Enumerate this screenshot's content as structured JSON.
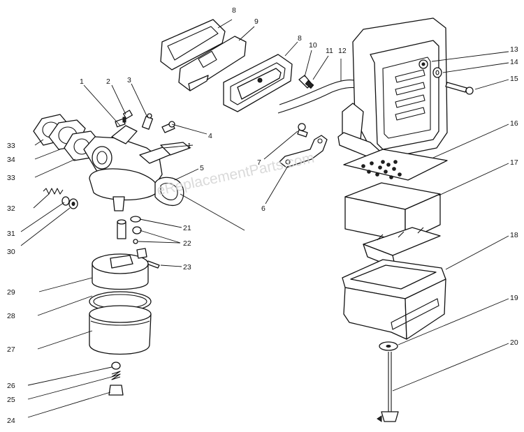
{
  "watermark": "eReplacementParts.com",
  "callouts": [
    {
      "id": "c1a",
      "text": "1"
    },
    {
      "id": "c1b",
      "text": "1"
    },
    {
      "id": "c2",
      "text": "2"
    },
    {
      "id": "c3",
      "text": "3"
    },
    {
      "id": "c4",
      "text": "4"
    },
    {
      "id": "c5",
      "text": "5"
    },
    {
      "id": "c6",
      "text": "6"
    },
    {
      "id": "c7",
      "text": "7"
    },
    {
      "id": "c8a",
      "text": "8"
    },
    {
      "id": "c8b",
      "text": "8"
    },
    {
      "id": "c9",
      "text": "9"
    },
    {
      "id": "c10",
      "text": "10"
    },
    {
      "id": "c11",
      "text": "11"
    },
    {
      "id": "c12",
      "text": "12"
    },
    {
      "id": "c13",
      "text": "13"
    },
    {
      "id": "c14",
      "text": "14"
    },
    {
      "id": "c15",
      "text": "15"
    },
    {
      "id": "c16",
      "text": "16"
    },
    {
      "id": "c17",
      "text": "17"
    },
    {
      "id": "c18",
      "text": "18"
    },
    {
      "id": "c19",
      "text": "19"
    },
    {
      "id": "c20",
      "text": "20"
    },
    {
      "id": "c21",
      "text": "21"
    },
    {
      "id": "c22",
      "text": "22"
    },
    {
      "id": "c23",
      "text": "23"
    },
    {
      "id": "c24",
      "text": "24"
    },
    {
      "id": "c25",
      "text": "25"
    },
    {
      "id": "c26",
      "text": "26"
    },
    {
      "id": "c27",
      "text": "27"
    },
    {
      "id": "c28",
      "text": "28"
    },
    {
      "id": "c29",
      "text": "29"
    },
    {
      "id": "c30",
      "text": "30"
    },
    {
      "id": "c31",
      "text": "31"
    },
    {
      "id": "c32",
      "text": "32"
    },
    {
      "id": "c33a",
      "text": "33"
    },
    {
      "id": "c33b",
      "text": "33"
    },
    {
      "id": "c34",
      "text": "34"
    }
  ]
}
